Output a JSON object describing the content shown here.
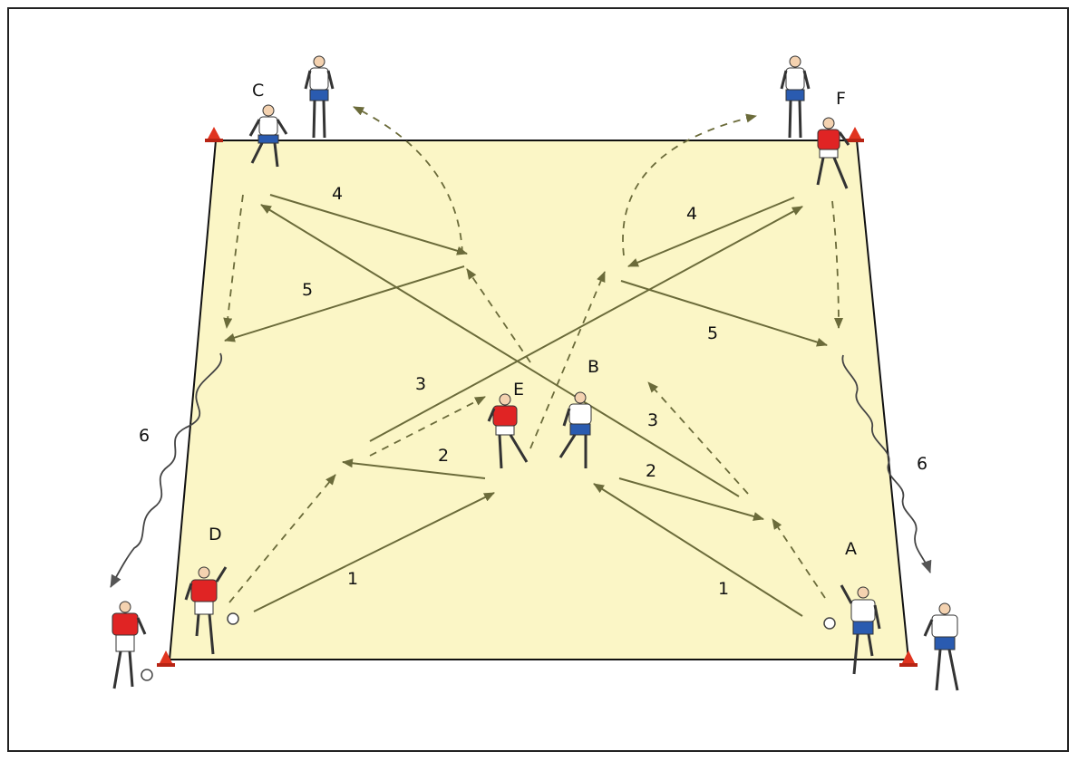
{
  "colors": {
    "pitch": "#fbf6c6",
    "pitch_border": "#111111",
    "arrow": "#6b6b3a",
    "red_team": "#e02424",
    "white_team": "#ffffff",
    "shorts_blue": "#2a5bb0",
    "cone": "#e0341f"
  },
  "labels": {
    "player_a": "A",
    "player_b": "B",
    "player_c": "C",
    "player_d": "D",
    "player_e": "E",
    "player_f": "F"
  },
  "steps": {
    "s1_left": "1",
    "s1_right": "1",
    "s2_left": "2",
    "s2_right": "2",
    "s3_left": "3",
    "s3_right": "3",
    "s4_left": "4",
    "s4_right": "4",
    "s5_left": "5",
    "s5_right": "5",
    "s6_left": "6",
    "s6_right": "6"
  }
}
